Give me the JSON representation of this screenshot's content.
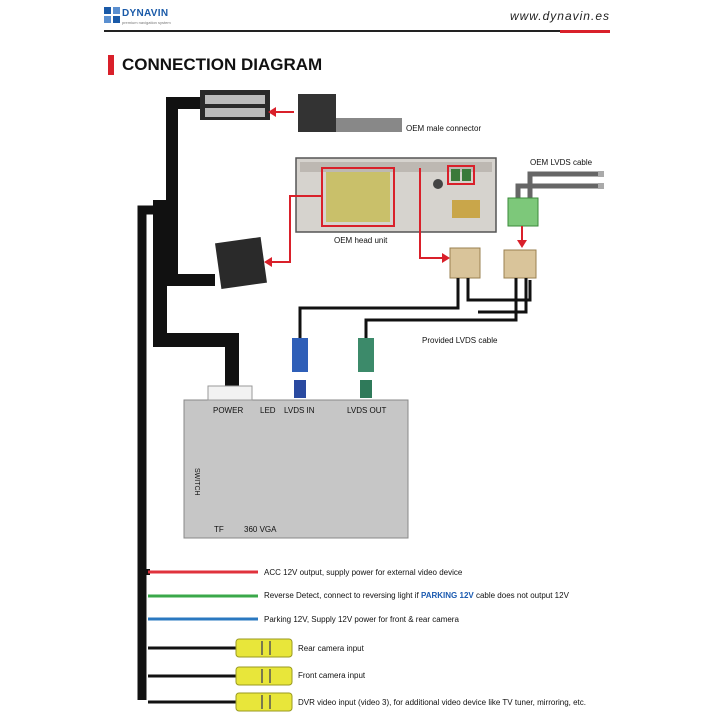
{
  "header": {
    "brand": "DYNAVIN",
    "brand_tagline": "premium navigation system",
    "website": "www.dynavin.es"
  },
  "title": "CONNECTION DIAGRAM",
  "labels": {
    "oem_male_connector": "OEM male connector",
    "oem_lvds_cable": "OEM LVDS cable",
    "oem_head_unit": "OEM head unit",
    "provided_lvds_cable": "Provided LVDS cable"
  },
  "module": {
    "power": "POWER",
    "led": "LED",
    "lvds_in": "LVDS IN",
    "lvds_out": "LVDS OUT",
    "switch": "SWITCH",
    "tf": "TF",
    "vga": "360 VGA"
  },
  "cables": [
    {
      "color": "#e0323c",
      "text": "ACC 12V output, supply power for external video device"
    },
    {
      "color": "#3aa84a",
      "text_before": "Reverse Detect, connect to reversing light if ",
      "highlight": "PARKING 12V",
      "text_after": " cable does not output 12V"
    },
    {
      "color": "#2a78c0",
      "text": "Parking 12V, Supply 12V power for front & rear camera"
    },
    {
      "color": "#e8e63a",
      "text": "Rear camera input"
    },
    {
      "color": "#e8e63a",
      "text": "Front camera input"
    },
    {
      "color": "#e8e63a",
      "text": "DVR video input (video 3), for additional video device like TV tuner, mirroring, etc."
    }
  ],
  "colors": {
    "accent_red": "#d9202a",
    "brand_blue": "#1a5aa8",
    "lvds_in_blue": "#2f5fb8",
    "lvds_out_green": "#3c8a6a",
    "oem_lvds_green": "#7dc87a"
  }
}
